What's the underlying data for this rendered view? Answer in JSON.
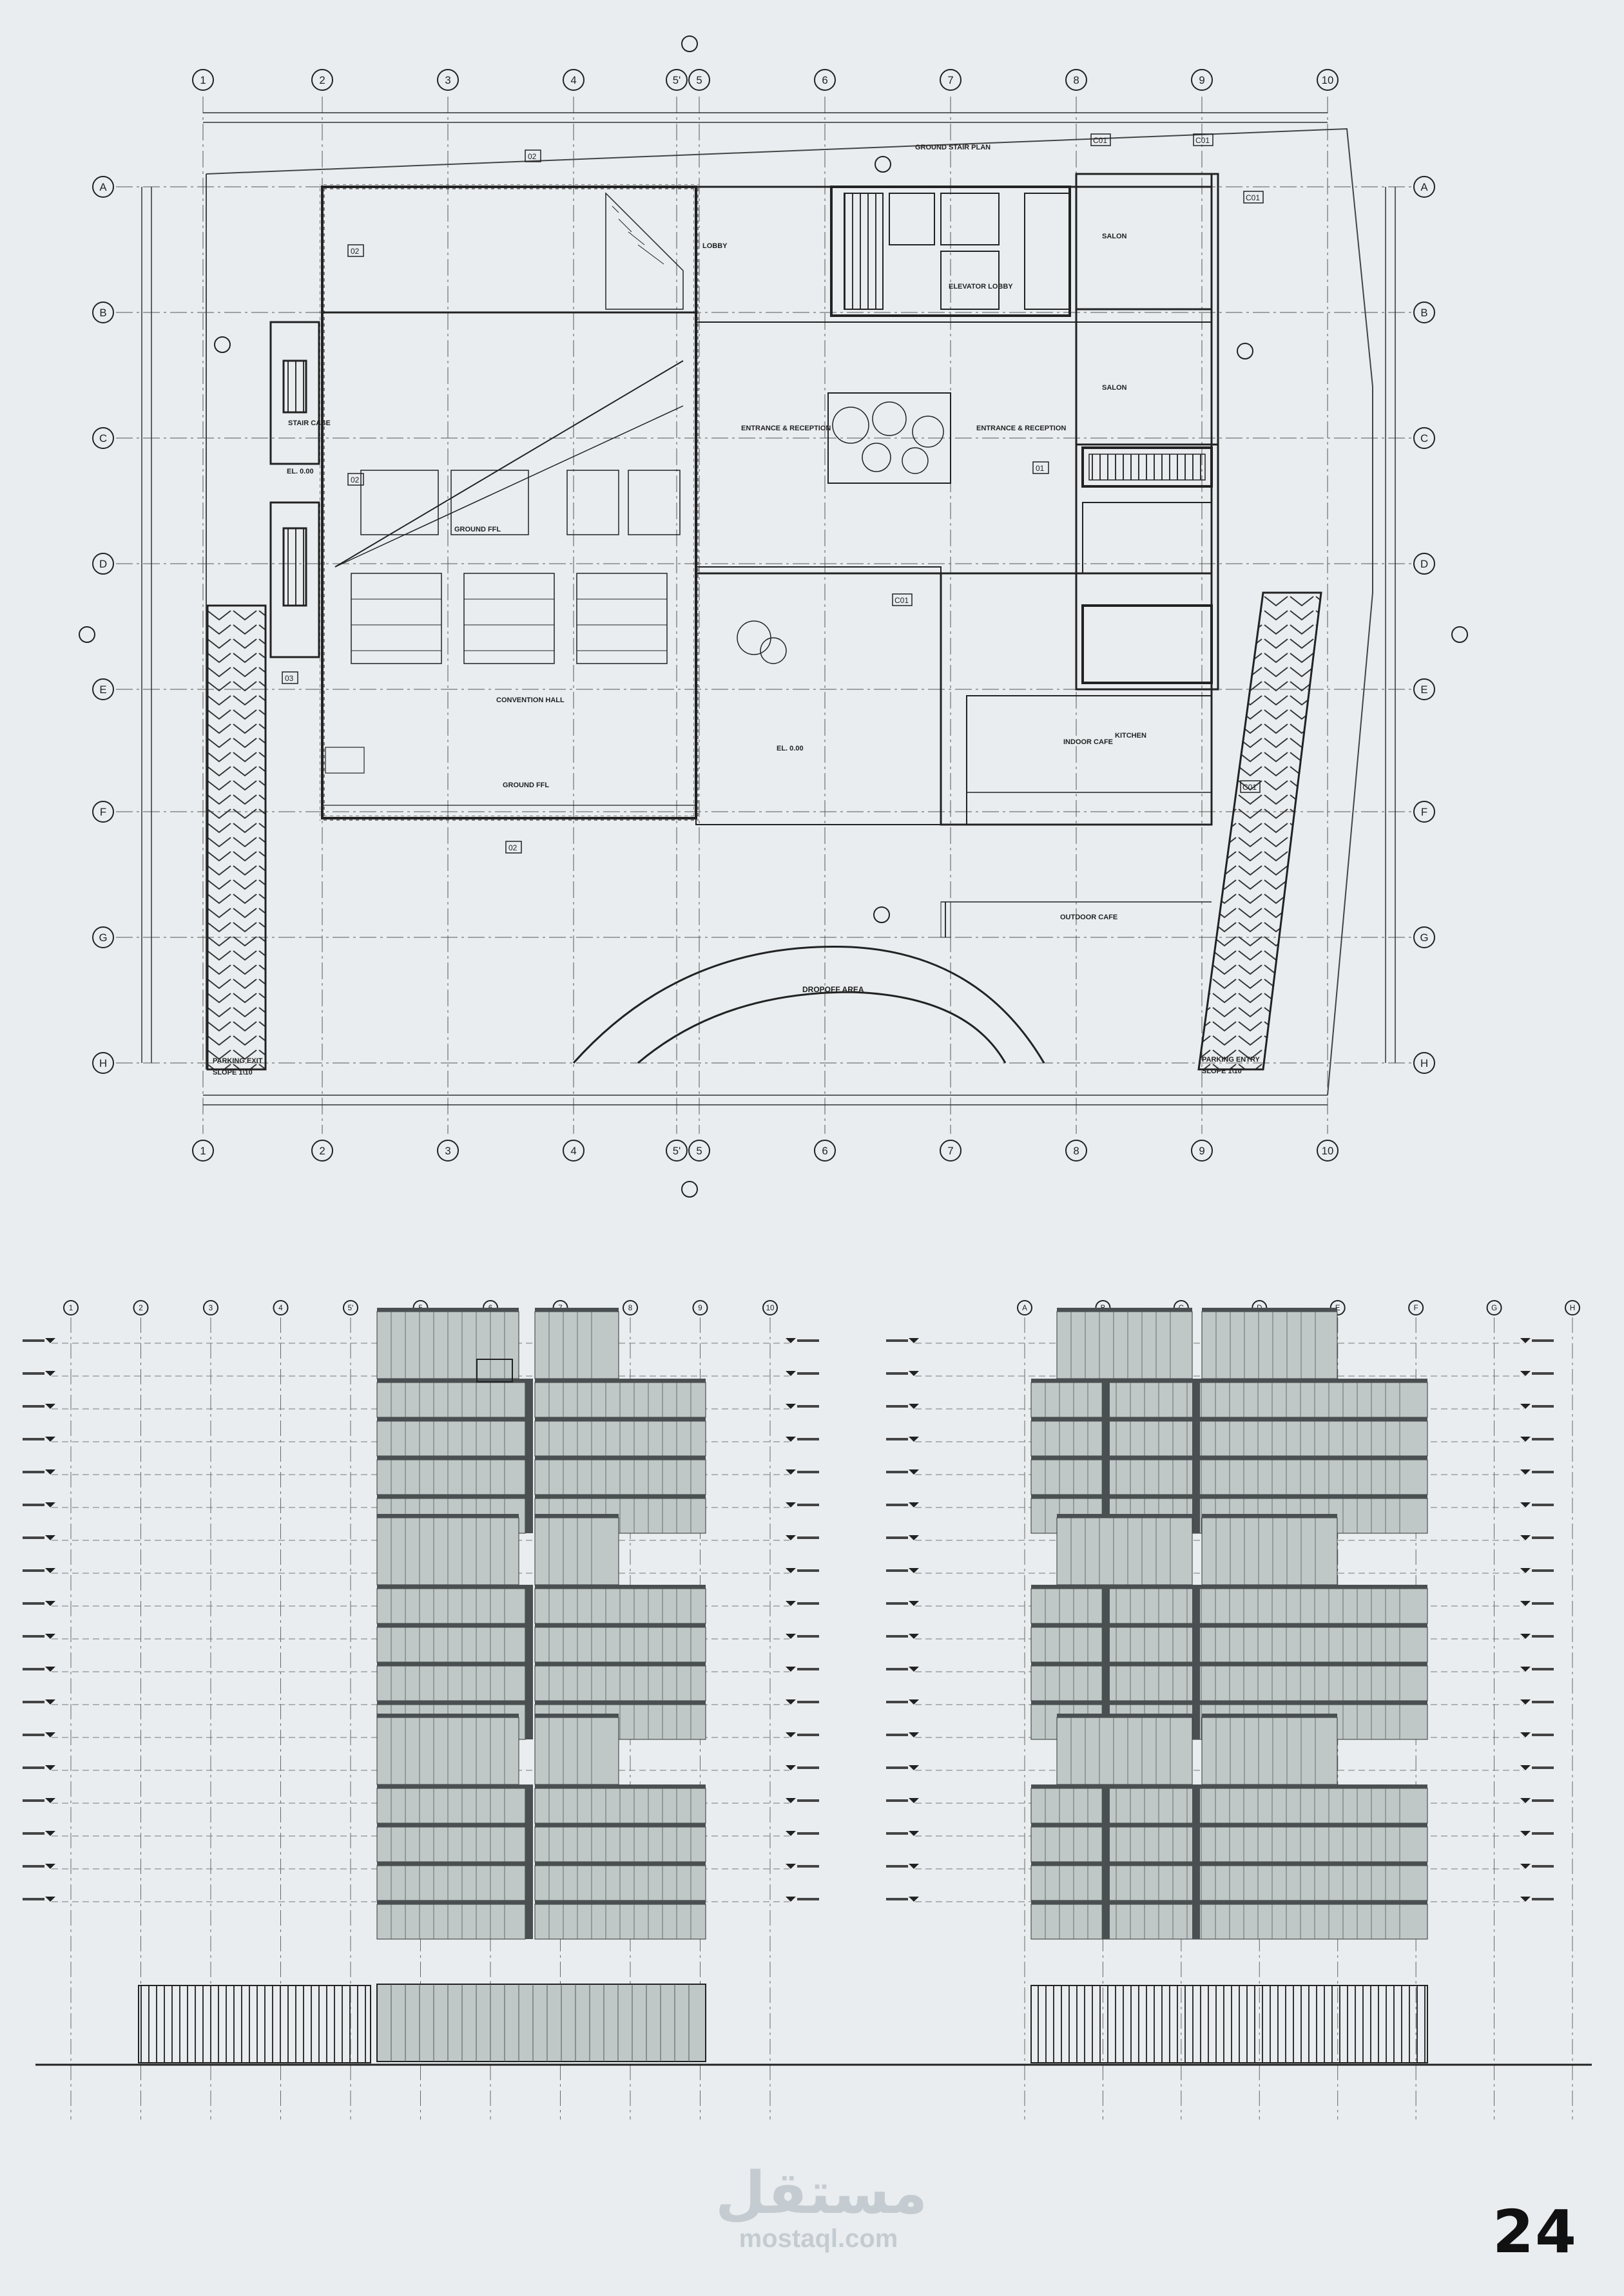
{
  "sheet_number": "24",
  "watermark": {
    "arabic": "مستقل",
    "latin": "mostaql.com"
  },
  "plan": {
    "grid_columns": [
      "1",
      "2",
      "3",
      "4",
      "5'",
      "5",
      "6",
      "7",
      "8",
      "9",
      "10"
    ],
    "grid_rows": [
      "A",
      "B",
      "C",
      "D",
      "E",
      "F",
      "G",
      "H"
    ],
    "labels": {
      "ground_stair_plan": "GROUND STAIR PLAN",
      "lobby": "LOBBY",
      "entrance_reception": "ENTRANCE & RECEPTION",
      "salon": "SALON",
      "stair_case": "STAIR CASE",
      "convention_hall": "CONVENTION HALL",
      "elevator_lobby": "ELEVATOR LOBBY",
      "kitchen": "KITCHEN",
      "indoor_cafe": "INDOOR CAFE",
      "outdoor_cafe": "OUTDOOR CAFE",
      "dropoff_area": "DROPOFF AREA",
      "parking_exit": "PARKING EXIT",
      "parking_exit_slope": "SLOPE 1\\10",
      "parking_entry": "PARKING ENTRY",
      "parking_entry_slope": "SLOPE 1\\10",
      "ground_ffl": "GROUND FFL",
      "level_tag": "EL. 0.00"
    },
    "tags": [
      "02",
      "C01",
      "01",
      "03"
    ]
  },
  "elevation_left": {
    "grid": [
      "1",
      "2",
      "3",
      "4",
      "5'",
      "5",
      "6",
      "7",
      "8",
      "9",
      "10"
    ]
  },
  "elevation_right": {
    "grid": [
      "A",
      "B",
      "C",
      "D",
      "E",
      "F",
      "G",
      "H"
    ]
  },
  "colors": {
    "background": "#e9edf0",
    "line": "#222222",
    "glass": "#bfc8c6",
    "dark_band": "#4a4f52"
  }
}
